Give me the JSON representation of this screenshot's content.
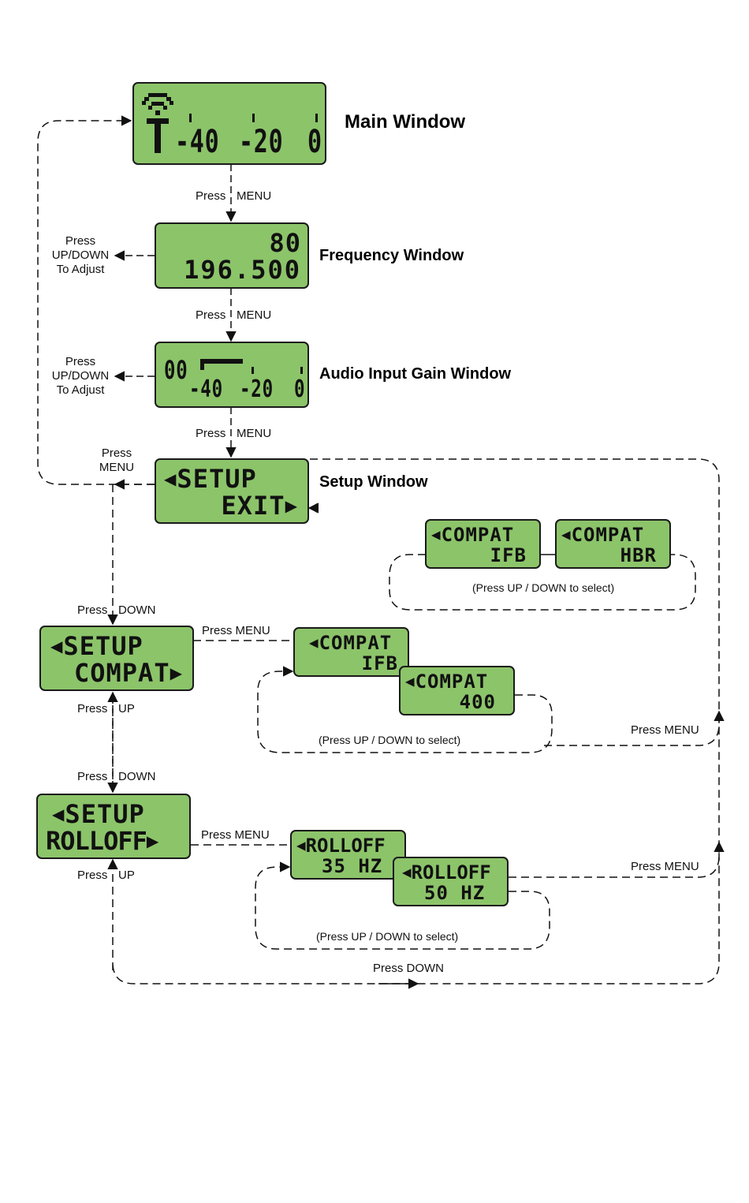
{
  "windows": {
    "main": {
      "title": "Main Window",
      "scale": [
        "-40",
        "-20",
        "0"
      ],
      "antenna_icon": "antenna-signal-icon"
    },
    "frequency": {
      "title": "Frequency Window",
      "line1": "80",
      "line2": "196.500"
    },
    "gain": {
      "title": "Audio Input Gain Window",
      "line1": "00",
      "scale": [
        "-40",
        "-20",
        "0"
      ]
    },
    "setup": {
      "title": "Setup Window",
      "line1": "SETUP",
      "line2": "EXIT"
    },
    "setup_compat": {
      "line1": "SETUP",
      "line2": "COMPAT"
    },
    "setup_rolloff": {
      "line1": "SETUP",
      "line2": "ROLLOFF"
    }
  },
  "option_groups": {
    "compat_top": {
      "screens": [
        {
          "line1": "COMPAT",
          "line2": "IFB"
        },
        {
          "line1": "COMPAT",
          "line2": "HBR"
        }
      ],
      "hint": "(Press UP / DOWN to select)"
    },
    "compat": {
      "screens": [
        {
          "line1": "COMPAT",
          "line2": "IFB"
        },
        {
          "line1": "COMPAT",
          "line2": "400"
        }
      ],
      "hint": "(Press UP / DOWN to select)"
    },
    "rolloff": {
      "screens": [
        {
          "line1": "ROLLOFF",
          "line2": "35 HZ"
        },
        {
          "line1": "ROLLOFF",
          "line2": "50 HZ"
        }
      ],
      "hint": "(Press UP / DOWN to select)"
    }
  },
  "labels": {
    "press": "Press",
    "menu": "MENU",
    "down": "DOWN",
    "up": "UP",
    "press_menu": "Press MENU",
    "press_down": "Press DOWN",
    "updown": "UP/DOWN",
    "to_adjust": "To Adjust"
  },
  "colors": {
    "lcd": "#8cc46a",
    "border": "#1a1a1a",
    "line": "#111111"
  }
}
